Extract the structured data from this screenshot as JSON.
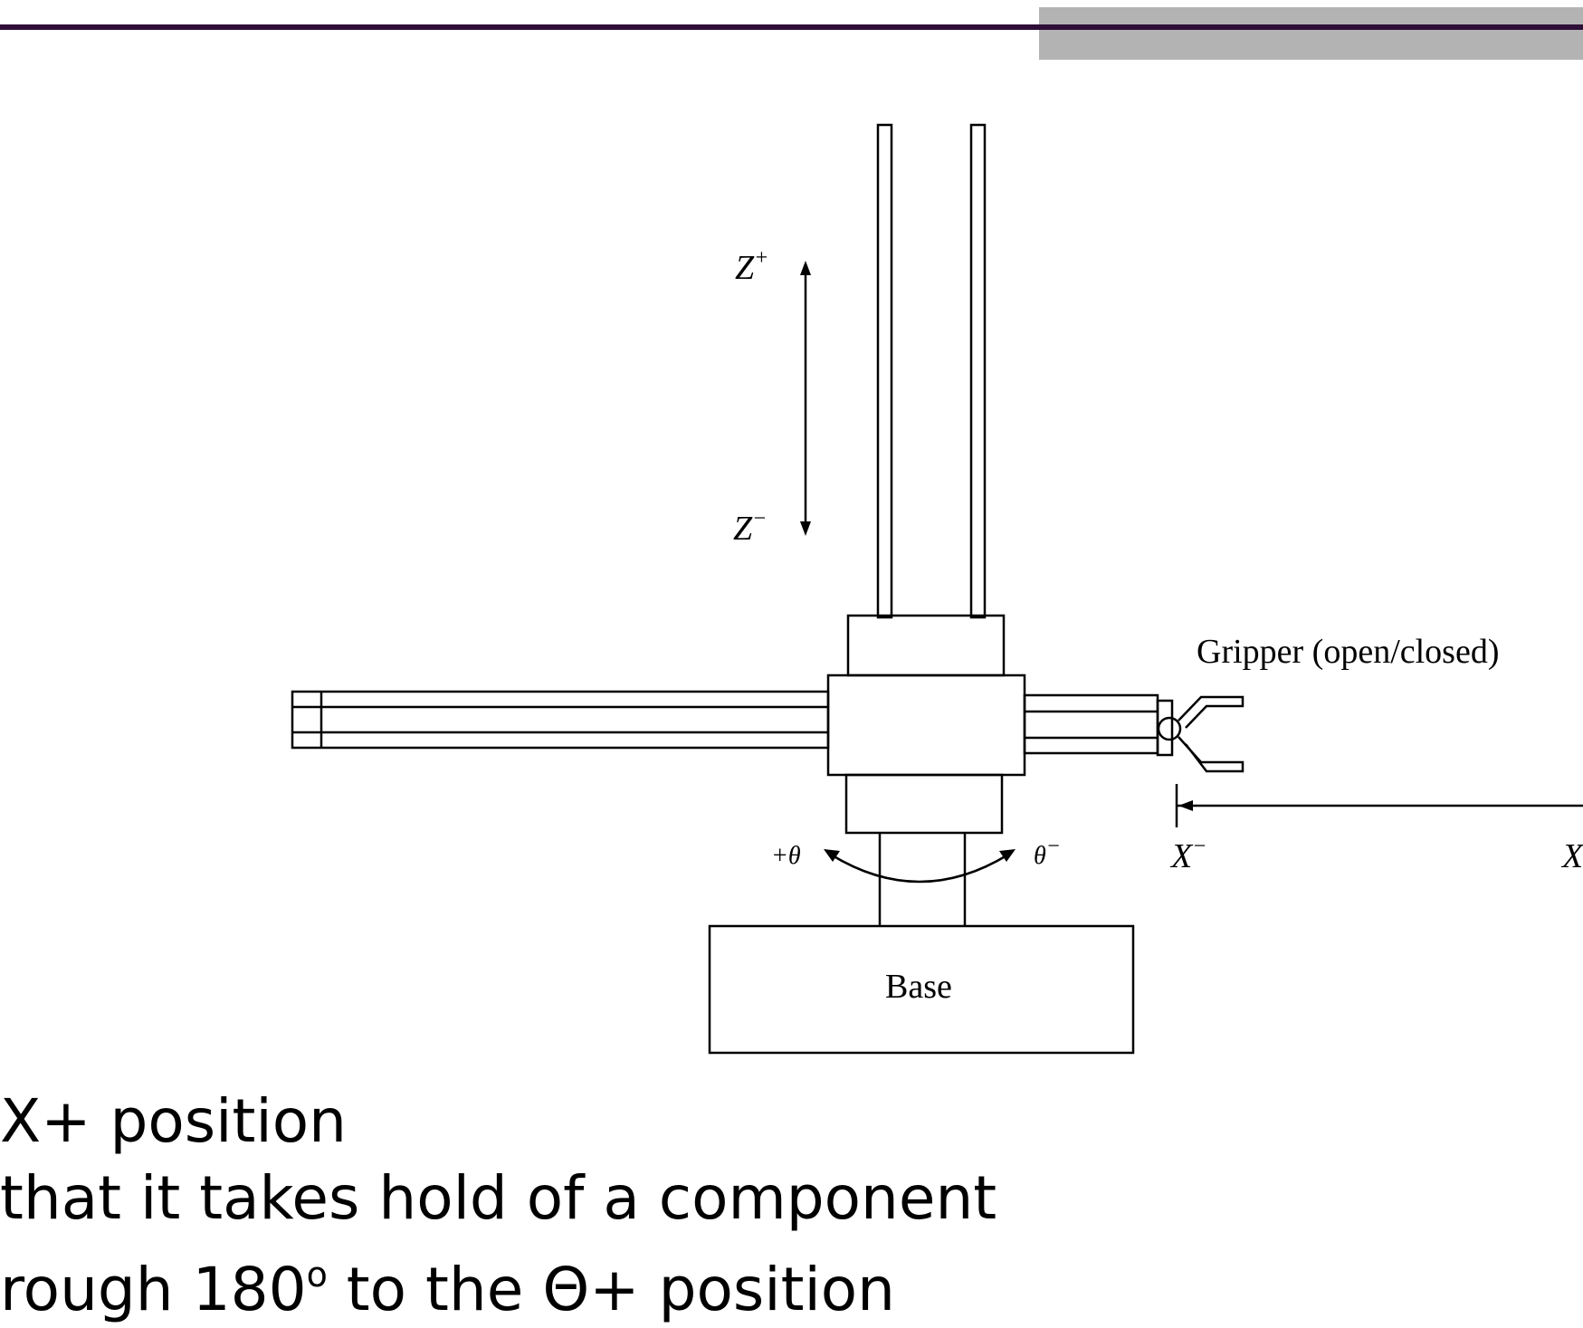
{
  "slide": {
    "accent_color": "#2f0f37",
    "corner_bar_color": "#b3b3b3"
  },
  "diagram": {
    "labels": {
      "z_plus": "Z",
      "z_plus_sup": "+",
      "z_minus": "Z",
      "z_minus_sup": "−",
      "gripper": "Gripper (open/closed)",
      "x_minus": "X",
      "x_minus_sup": "−",
      "x_plus_partial": "X",
      "theta_plus": "+θ",
      "theta_minus": "θ",
      "theta_minus_sup": "−",
      "base": "Base"
    }
  },
  "text_lines": [
    "X+ position",
    "that it takes hold of a component",
    "rough 180o to the Θ+ position"
  ],
  "text_parts": {
    "line3_a": "rough 180",
    "line3_sup": "o",
    "line3_b": " to the Θ+ position"
  }
}
